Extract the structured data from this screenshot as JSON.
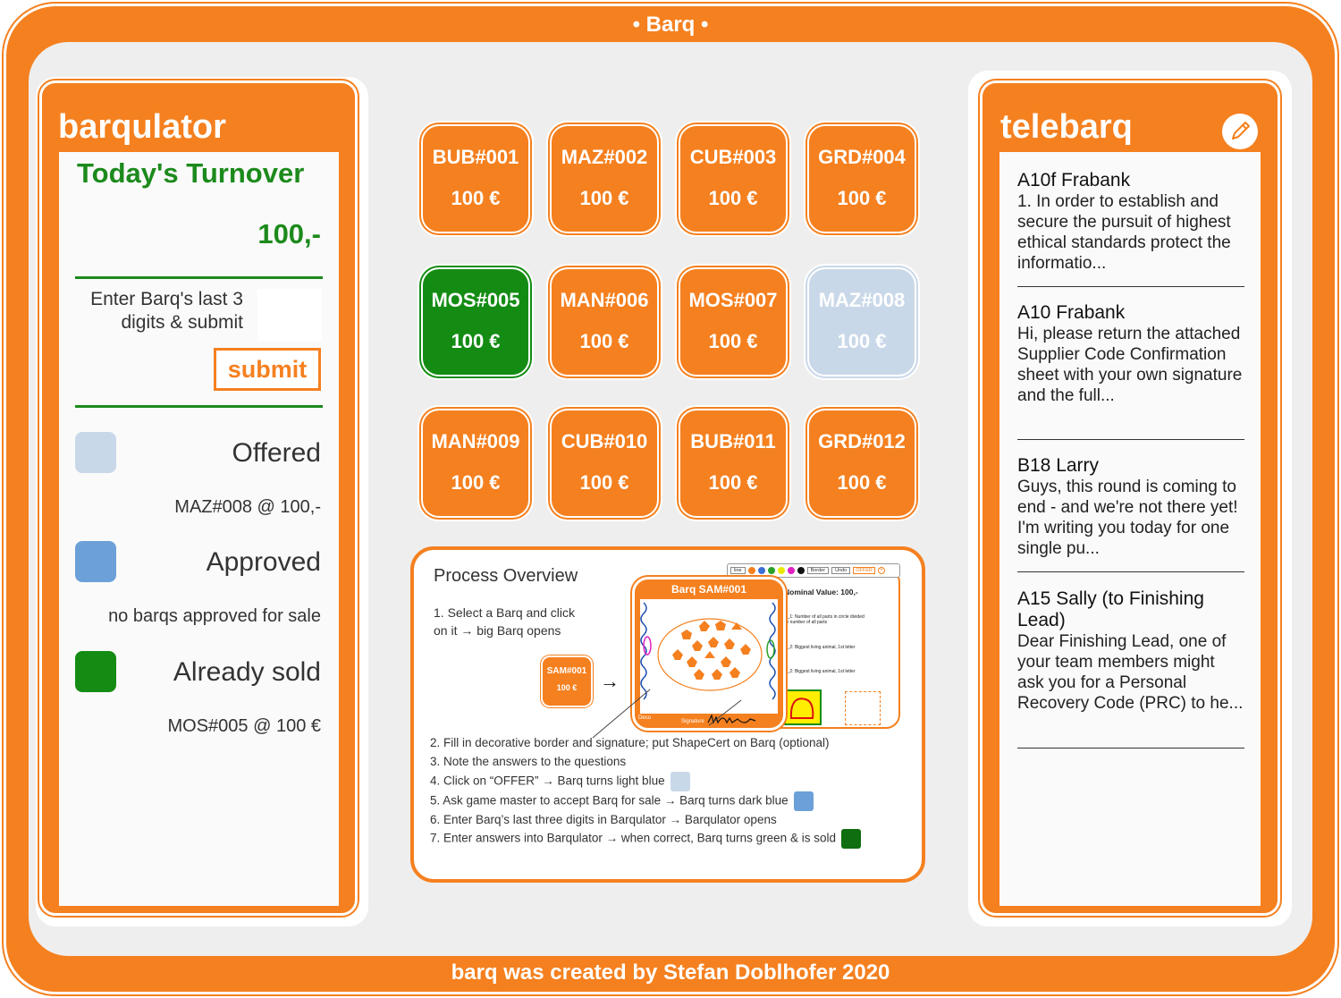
{
  "app": {
    "title": "• Barq •",
    "footer": "barq was created by Stefan Doblhofer 2020"
  },
  "barqulator": {
    "heading": "barqulator",
    "turnover_title": "Today's Turnover",
    "turnover_value": "100,-",
    "enter_label": "Enter Barq's last 3 digits & submit",
    "digits_value": "",
    "submit_label": "submit",
    "legend": [
      {
        "label": "Offered",
        "detail": "MAZ#008 @ 100,-",
        "color": "#c9d8e9"
      },
      {
        "label": "Approved",
        "detail": "no barqs approved for sale",
        "color": "#6ca0d8"
      },
      {
        "label": "Already sold",
        "detail": "MOS#005 @ 100 €",
        "color": "#148c14"
      }
    ]
  },
  "barqs": [
    {
      "name": "BUB#001",
      "price": "100 €",
      "status": "open"
    },
    {
      "name": "MAZ#002",
      "price": "100 €",
      "status": "open"
    },
    {
      "name": "CUB#003",
      "price": "100 €",
      "status": "open"
    },
    {
      "name": "GRD#004",
      "price": "100 €",
      "status": "open"
    },
    {
      "name": "MOS#005",
      "price": "100 €",
      "status": "sold"
    },
    {
      "name": "MAN#006",
      "price": "100 €",
      "status": "open"
    },
    {
      "name": "MOS#007",
      "price": "100 €",
      "status": "open"
    },
    {
      "name": "MAZ#008",
      "price": "100 €",
      "status": "offered"
    },
    {
      "name": "MAN#009",
      "price": "100 €",
      "status": "open"
    },
    {
      "name": "CUB#010",
      "price": "100 €",
      "status": "open"
    },
    {
      "name": "BUB#011",
      "price": "100 €",
      "status": "open"
    },
    {
      "name": "GRD#012",
      "price": "100 €",
      "status": "open"
    }
  ],
  "status_colors": {
    "open": "#f5801f",
    "sold": "#148c14",
    "offered": "#c9d8e9"
  },
  "process": {
    "title": "Process Overview",
    "step1": [
      "1. Select a Barq and click",
      "on it → big Barq opens"
    ],
    "small_barq": {
      "name": "SAM#001",
      "price": "100 €"
    },
    "big_barq_title": "Barq SAM#001",
    "nominal_value": "Nominal Value: 100,-",
    "questions": [
      "C_1: Number of all parts in circle divided by number of all parts",
      "C_2: Biggest living animal, 1st letter",
      "C_2: Biggest living animal, 1st letter"
    ],
    "toolbar": {
      "line": "line",
      "border": "Border",
      "undo": "Undo",
      "offer": "OFFER"
    },
    "border_labels": {
      "deco": "Deco",
      "signature": "Signature"
    },
    "steps": [
      "2. Fill in decorative border and signature; put ShapeCert on Barq (optional)",
      "3. Note the answers to the questions",
      "4. Click on “OFFER” → Barq turns light blue",
      "5. Ask game master to accept Barq for sale → Barq turns dark blue",
      "6. Enter Barq’s last three digits in Barqulator → Barqulator opens",
      "7. Enter answers into Barqulator → when correct, Barq turns green & is sold"
    ],
    "step_swatches": [
      "",
      "",
      "#c9d8e9",
      "#6ca0d8",
      "",
      "#0f6e0f"
    ]
  },
  "telebarq": {
    "heading": "telebarq",
    "edit_icon": "pencil-icon",
    "messages": [
      {
        "title": "A10f Frabank",
        "text": "1. In order to establish and secure the pursuit of highest ethical standards protect the informatio..."
      },
      {
        "title": "A10 Frabank",
        "text": "Hi, please return the attached Supplier Code Confirmation sheet with your own signature and the full..."
      },
      {
        "title": "B18 Larry",
        "text": "Guys, this round is coming to end - and we're not there yet! I'm writing you today for one single pu..."
      },
      {
        "title": "A15 Sally (to Finishing Lead)",
        "text": "Dear Finishing Lead, one of your team members might ask you for a Personal Recovery Code (PRC) to he..."
      }
    ]
  }
}
